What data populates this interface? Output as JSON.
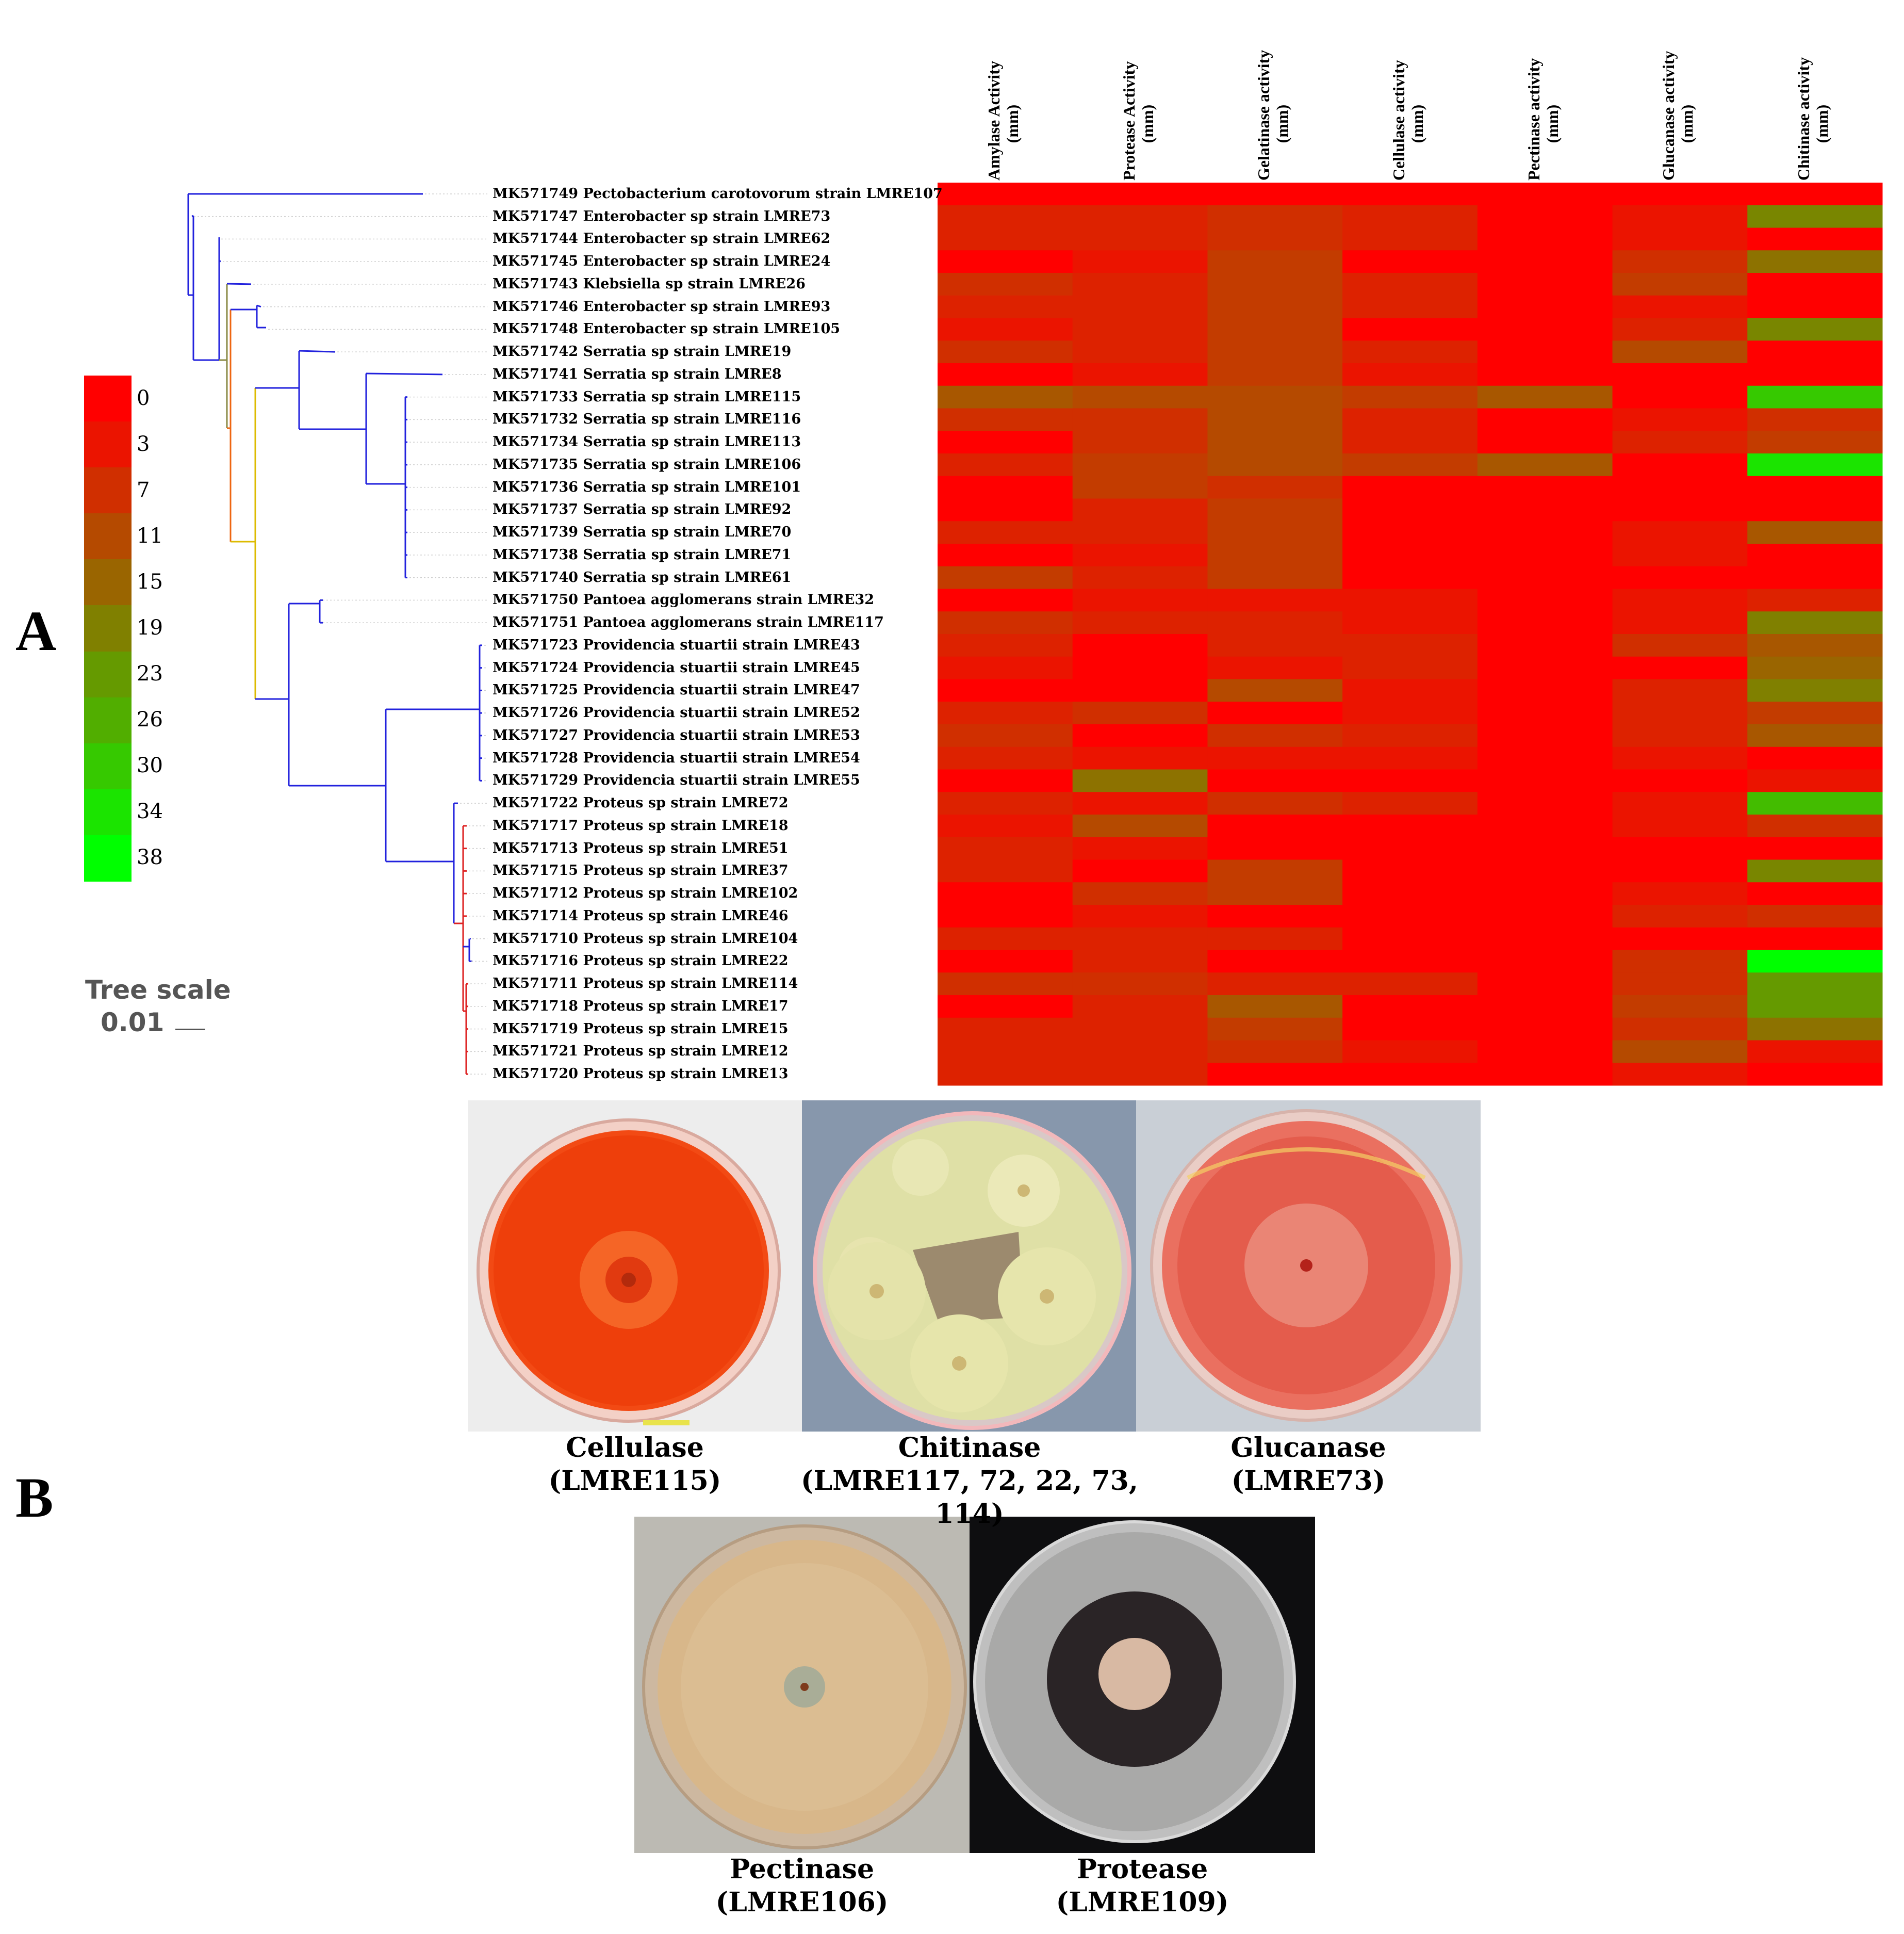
{
  "panel_a": {
    "letter": "A"
  },
  "panel_b": {
    "letter": "B"
  },
  "tree_scale": {
    "label": "Tree scale",
    "value": "0.01"
  },
  "colors": {
    "low": "#ff0000",
    "high": "#00ff00",
    "branch_blue": "#2222dd",
    "branch_red": "#dd2222",
    "branch_orange": "#ee6611",
    "branch_yellow": "#ddbb00"
  },
  "legend": {
    "ticks": [
      "0",
      "3",
      "7",
      "11",
      "15",
      "19",
      "23",
      "26",
      "30",
      "34",
      "38"
    ],
    "min": 0,
    "max": 38
  },
  "chart_data": {
    "type": "heatmap",
    "columns": [
      {
        "line1": "Amylase Activity",
        "line2": "(mm)"
      },
      {
        "line1": "Protease Activity",
        "line2": "(mm)"
      },
      {
        "line1": "Gelatinase activity",
        "line2": "(mm)"
      },
      {
        "line1": "Cellulase activity",
        "line2": "(mm)"
      },
      {
        "line1": "Pectinase activity",
        "line2": "(mm)"
      },
      {
        "line1": "Glucanase activity",
        "line2": "(mm)"
      },
      {
        "line1": "Chitinase activity",
        "line2": "(mm)"
      }
    ],
    "rows": [
      {
        "label": "MK571749 Pectobacterium carotovorum strain LMRE107",
        "values": [
          0,
          0,
          0,
          0,
          0,
          0,
          0
        ]
      },
      {
        "label": "MK571747 Enterobacter sp strain LMRE73",
        "values": [
          5,
          5,
          7,
          5,
          0,
          3,
          20
        ]
      },
      {
        "label": "MK571744 Enterobacter sp strain LMRE62",
        "values": [
          5,
          5,
          7,
          5,
          0,
          3,
          0
        ]
      },
      {
        "label": "MK571745 Enterobacter sp strain LMRE24",
        "values": [
          0,
          3,
          9,
          0,
          0,
          7,
          17
        ]
      },
      {
        "label": "MK571743 Klebsiella sp strain LMRE26",
        "values": [
          7,
          5,
          9,
          5,
          0,
          9,
          0
        ]
      },
      {
        "label": "MK571746 Enterobacter sp strain LMRE93",
        "values": [
          5,
          5,
          9,
          5,
          0,
          3,
          0
        ]
      },
      {
        "label": "MK571748 Enterobacter sp strain LMRE105",
        "values": [
          3,
          5,
          9,
          0,
          0,
          5,
          20
        ]
      },
      {
        "label": "MK571742 Serratia sp strain LMRE19",
        "values": [
          7,
          5,
          9,
          5,
          0,
          11,
          0
        ]
      },
      {
        "label": "MK571741 Serratia sp strain LMRE8",
        "values": [
          0,
          3,
          9,
          3,
          0,
          0,
          0
        ]
      },
      {
        "label": "MK571733 Serratia sp strain LMRE115",
        "values": [
          13,
          11,
          11,
          9,
          13,
          0,
          30
        ]
      },
      {
        "label": "MK571732 Serratia sp strain LMRE116",
        "values": [
          7,
          7,
          11,
          5,
          0,
          3,
          7
        ]
      },
      {
        "label": "MK571734 Serratia sp strain LMRE113",
        "values": [
          0,
          7,
          11,
          5,
          0,
          5,
          9
        ]
      },
      {
        "label": "MK571735 Serratia sp strain LMRE106",
        "values": [
          5,
          9,
          11,
          9,
          13,
          0,
          34
        ]
      },
      {
        "label": "MK571736 Serratia sp strain LMRE101",
        "values": [
          0,
          9,
          7,
          0,
          0,
          0,
          0
        ]
      },
      {
        "label": "MK571737 Serratia sp strain LMRE92",
        "values": [
          0,
          5,
          9,
          0,
          0,
          0,
          0
        ]
      },
      {
        "label": "MK571739 Serratia sp strain LMRE70",
        "values": [
          5,
          5,
          9,
          0,
          0,
          3,
          13
        ]
      },
      {
        "label": "MK571738 Serratia sp strain LMRE71",
        "values": [
          0,
          3,
          9,
          0,
          0,
          3,
          0
        ]
      },
      {
        "label": "MK571740 Serratia sp strain LMRE61",
        "values": [
          9,
          5,
          9,
          0,
          0,
          0,
          0
        ]
      },
      {
        "label": "MK571750 Pantoea agglomerans strain LMRE32",
        "values": [
          0,
          3,
          3,
          3,
          0,
          3,
          5
        ]
      },
      {
        "label": "MK571751 Pantoea agglomerans strain LMRE117",
        "values": [
          7,
          5,
          5,
          3,
          0,
          3,
          19
        ]
      },
      {
        "label": "MK571723 Providencia stuartii strain LMRE43",
        "values": [
          5,
          0,
          5,
          5,
          0,
          7,
          13
        ]
      },
      {
        "label": "MK571724 Providencia stuartii strain LMRE45",
        "values": [
          3,
          0,
          3,
          5,
          0,
          0,
          15
        ]
      },
      {
        "label": "MK571725 Providencia stuartii strain LMRE47",
        "values": [
          0,
          0,
          11,
          3,
          0,
          5,
          19
        ]
      },
      {
        "label": "MK571726 Providencia stuartii strain LMRE52",
        "values": [
          5,
          7,
          0,
          3,
          0,
          5,
          9
        ]
      },
      {
        "label": "MK571727 Providencia stuartii strain LMRE53",
        "values": [
          7,
          0,
          7,
          5,
          0,
          5,
          13
        ]
      },
      {
        "label": "MK571728 Providencia stuartii strain LMRE54",
        "values": [
          5,
          3,
          3,
          3,
          0,
          3,
          0
        ]
      },
      {
        "label": "MK571729 Providencia stuartii strain LMRE55",
        "values": [
          0,
          17,
          0,
          0,
          0,
          0,
          3
        ]
      },
      {
        "label": "MK571722 Proteus sp strain LMRE72",
        "values": [
          5,
          3,
          7,
          5,
          0,
          3,
          28
        ]
      },
      {
        "label": "MK571717 Proteus sp strain LMRE18",
        "values": [
          3,
          11,
          0,
          0,
          0,
          3,
          7
        ]
      },
      {
        "label": "MK571713 Proteus sp strain LMRE51",
        "values": [
          5,
          3,
          0,
          0,
          0,
          0,
          0
        ]
      },
      {
        "label": "MK571715 Proteus sp strain LMRE37",
        "values": [
          5,
          0,
          9,
          0,
          0,
          0,
          20
        ]
      },
      {
        "label": "MK571712 Proteus sp strain LMRE102",
        "values": [
          0,
          7,
          9,
          0,
          0,
          3,
          0
        ]
      },
      {
        "label": "MK571714 Proteus sp strain LMRE46",
        "values": [
          0,
          3,
          0,
          0,
          0,
          5,
          7
        ]
      },
      {
        "label": "MK571710 Proteus sp strain LMRE104",
        "values": [
          5,
          5,
          5,
          0,
          0,
          0,
          0
        ]
      },
      {
        "label": "MK571716 Proteus sp strain LMRE22",
        "values": [
          0,
          5,
          0,
          0,
          0,
          7,
          38
        ]
      },
      {
        "label": "MK571711 Proteus sp strain LMRE114",
        "values": [
          7,
          7,
          5,
          5,
          0,
          7,
          23
        ]
      },
      {
        "label": "MK571718 Proteus sp strain LMRE17",
        "values": [
          0,
          5,
          13,
          0,
          0,
          9,
          23
        ]
      },
      {
        "label": "MK571719 Proteus sp strain LMRE15",
        "values": [
          5,
          5,
          9,
          0,
          0,
          7,
          17
        ]
      },
      {
        "label": "MK571721 Proteus sp strain LMRE12",
        "values": [
          5,
          5,
          7,
          3,
          0,
          11,
          3
        ]
      },
      {
        "label": "MK571720 Proteus sp strain LMRE13",
        "values": [
          5,
          5,
          0,
          0,
          0,
          3,
          0
        ]
      }
    ]
  },
  "photos": [
    {
      "name": "Cellulase",
      "strain": "(LMRE115)"
    },
    {
      "name": "Chitinase",
      "strain": "(LMRE117, 72, 22, 73, 114)"
    },
    {
      "name": "Glucanase",
      "strain": "(LMRE73)"
    },
    {
      "name": "Pectinase",
      "strain": "(LMRE106)"
    },
    {
      "name": "Protease",
      "strain": "(LMRE109)"
    }
  ]
}
